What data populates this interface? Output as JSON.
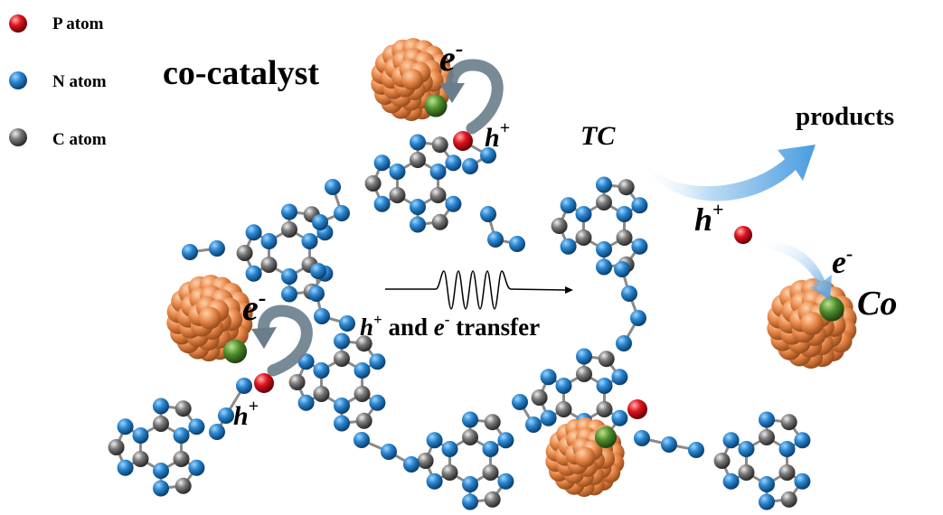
{
  "legend": [
    {
      "label": "P atom",
      "color": "#d8101a"
    },
    {
      "label": "N atom",
      "color": "#1a6fb3"
    },
    {
      "label": "C atom",
      "color": "#5a5a5a"
    }
  ],
  "cocatalyst_label": "co-catalyst",
  "tc_label": "TC",
  "products_label": "products",
  "co_label": "Co",
  "transfer_label": {
    "h": "h",
    "plus": "+",
    "and": " and ",
    "e": "e",
    "minus": "-",
    "transfer": " transfer"
  },
  "charges": {
    "e_minus": "e",
    "h_plus": "h",
    "minus_sup": "-",
    "plus_sup": "+"
  },
  "colors": {
    "phosphorus": "#d8101a",
    "nitrogen": "#1a6fb3",
    "carbon": "#5a5a5a",
    "cobalt_particle": "#e8874a",
    "cobalt_site": "#4a8a2a",
    "co_text": "#4d8a2b",
    "arrow_blue": "#5aa7e0",
    "curved_arrow": "#6a7d8c"
  }
}
